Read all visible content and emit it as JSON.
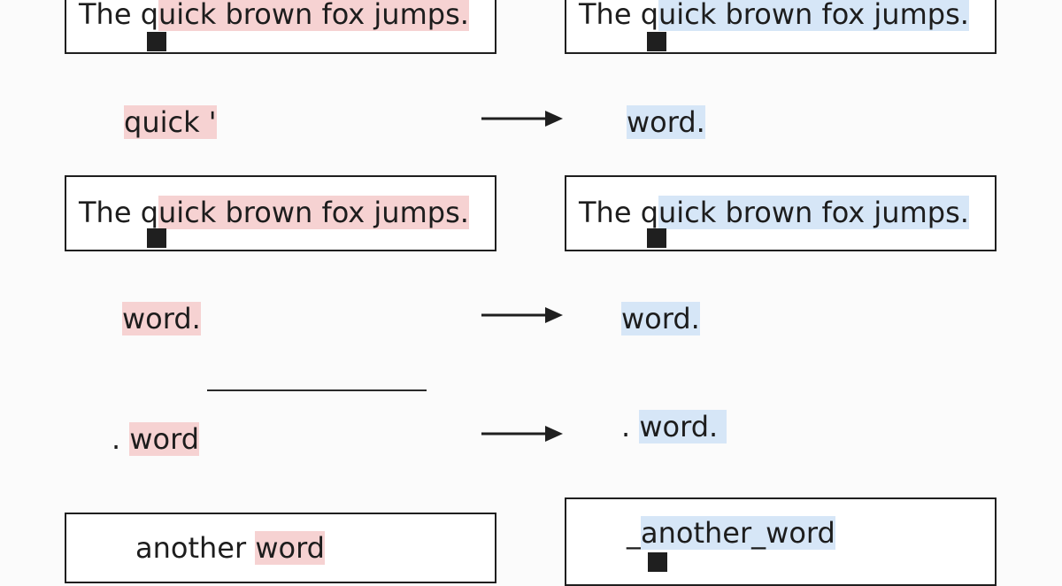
{
  "rows": [
    {
      "left_box": {
        "plain": "The q",
        "hl": "uick brown fox jumps."
      },
      "right_box": {
        "plain": "The q",
        "hl": "uick brown fox jumps."
      }
    },
    {
      "left_label": {
        "plain": "",
        "hl": "quick '"
      },
      "right_label": {
        "plain": "",
        "hl": "word."
      }
    },
    {
      "left_box": {
        "plain": "The q",
        "hl": "uick brown fox jumps."
      },
      "right_box": {
        "plain": "The q",
        "hl": "uick brown fox jumps."
      }
    },
    {
      "left_label": {
        "plain": "",
        "hl": "word."
      },
      "right_label": {
        "plain": "",
        "hl": "word."
      }
    },
    {
      "left_label": {
        "plain": ". ",
        "hl": "word"
      },
      "right_label": {
        "plain": ". ",
        "hl": "word. "
      }
    },
    {
      "left_box": {
        "plain": "another ",
        "hl": "word"
      },
      "right_box": {
        "plain": "_",
        "hl": "another_word"
      }
    }
  ],
  "colors": {
    "highlight_left": "#f6d2d2",
    "highlight_right": "#d6e6f7",
    "border": "#1f1f1f"
  },
  "icons": [
    "arrow-right-icon",
    "text-cursor-icon"
  ]
}
